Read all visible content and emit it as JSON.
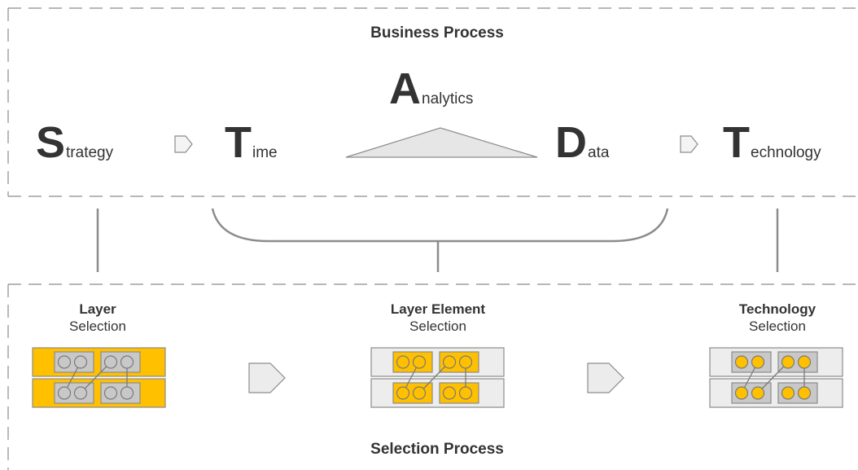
{
  "business_process": {
    "title": "Business Process",
    "steps": [
      {
        "initial": "S",
        "rest": "trategy"
      },
      {
        "initial": "T",
        "rest": "ime"
      },
      {
        "initial": "A",
        "rest": "nalytics"
      },
      {
        "initial": "D",
        "rest": "ata"
      },
      {
        "initial": "T",
        "rest": "echnology"
      }
    ]
  },
  "selection_process": {
    "title": "Selection Process",
    "stages": [
      {
        "name": "Layer",
        "suffix": "Selection"
      },
      {
        "name": "Layer Element",
        "suffix": "Selection"
      },
      {
        "name": "Technology",
        "suffix": "Selection"
      }
    ]
  },
  "colors": {
    "accent": "#FFC000",
    "line": "#808080",
    "node_grey": "#C8C8C8",
    "panel_grey": "#EDEDED",
    "text": "#333333"
  }
}
